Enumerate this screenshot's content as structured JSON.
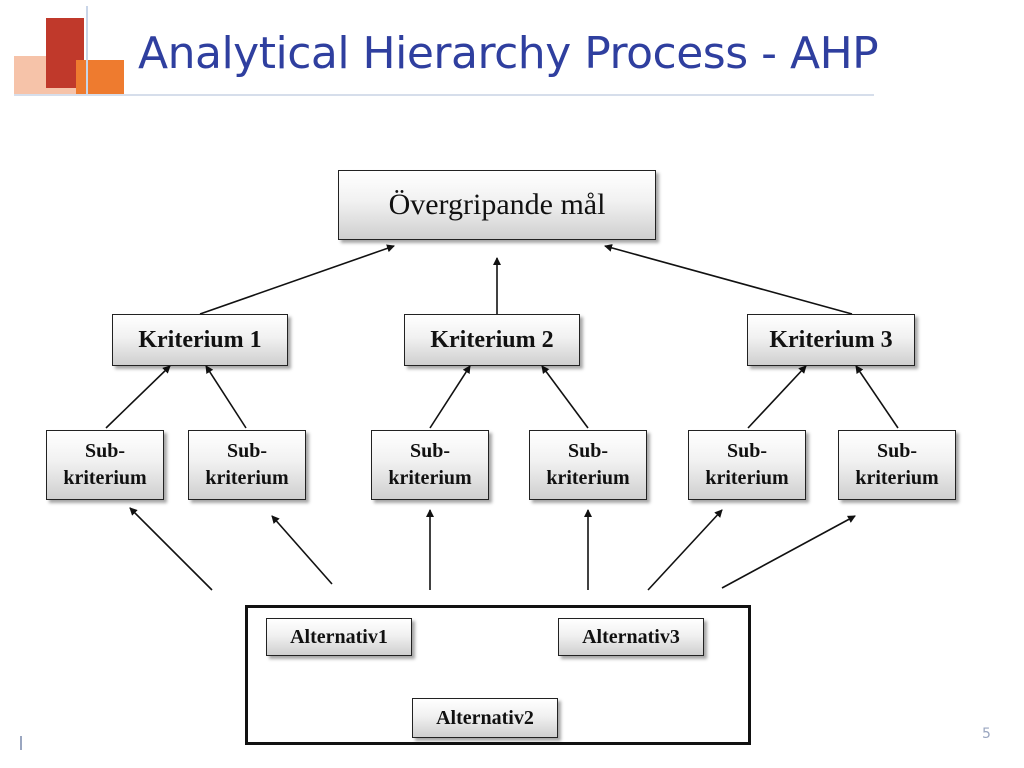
{
  "slide": {
    "title": "Analytical Hierarchy Process - AHP",
    "page_number": "5"
  },
  "diagram": {
    "goal": "Övergripande mål",
    "criteria": [
      "Kriterium 1",
      "Kriterium 2",
      "Kriterium 3"
    ],
    "subcriteria": [
      {
        "line1": "Sub-",
        "line2": "kriterium"
      },
      {
        "line1": "Sub-",
        "line2": "kriterium"
      },
      {
        "line1": "Sub-",
        "line2": "kriterium"
      },
      {
        "line1": "Sub-",
        "line2": "kriterium"
      },
      {
        "line1": "Sub-",
        "line2": "kriterium"
      },
      {
        "line1": "Sub-",
        "line2": "kriterium"
      }
    ],
    "alternatives": [
      "Alternativ1",
      "Alternativ2",
      "Alternativ3"
    ]
  },
  "colors": {
    "title": "#2f3f9f",
    "deco_red": "#c0392b",
    "deco_orange": "#ee7b2f",
    "box_border": "#222222"
  }
}
